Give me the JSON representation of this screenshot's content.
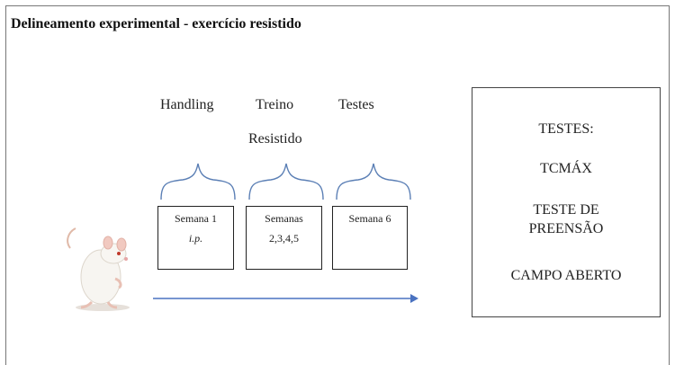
{
  "title": "Delineamento experimental - exercício resistido",
  "phases": [
    {
      "label": "Handling"
    },
    {
      "label_line1": "Treino",
      "label_line2": "Resistido"
    },
    {
      "label": "Testes"
    }
  ],
  "stages": [
    {
      "line1": "Semana 1",
      "line2": "i.p."
    },
    {
      "line1": "Semanas",
      "line2": "2,3,4,5"
    },
    {
      "line1": "Semana 6"
    }
  ],
  "tests_box": {
    "heading": "TESTES:",
    "items": [
      "TCMÁX",
      "TESTE DE",
      "PREENSÃO",
      "CAMPO ABERTO"
    ]
  },
  "colors": {
    "brace": "#5b7fb5",
    "arrow": "#4a72c0"
  },
  "icons": {
    "animal": "rat-icon"
  }
}
